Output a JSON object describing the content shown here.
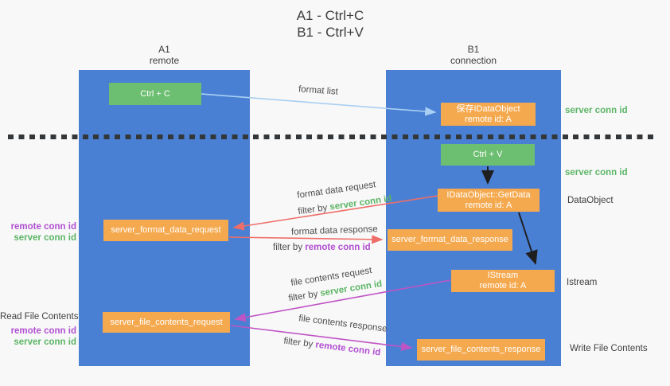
{
  "title": {
    "line1": "A1 - Ctrl+C",
    "line2": "B1 - Ctrl+V"
  },
  "lanes": {
    "a1": {
      "title": "A1",
      "subtitle": "remote"
    },
    "b1": {
      "title": "B1",
      "subtitle": "connection"
    }
  },
  "nodes": {
    "ctrl_c": {
      "label": "Ctrl + C"
    },
    "save_dataobject": {
      "line1": "保存IDataObject",
      "line2": "remote id: A"
    },
    "ctrl_v": {
      "label": "Ctrl + V"
    },
    "getdata": {
      "line1": "IDataObject::GetData",
      "line2": "remote id: A"
    },
    "format_data_request": {
      "label": "server_format_data_request"
    },
    "format_data_response": {
      "label": "server_format_data_response"
    },
    "istream": {
      "line1": "IStream",
      "line2": "remote id: A"
    },
    "file_contents_request": {
      "label": "server_file_contents_request"
    },
    "file_contents_response": {
      "label": "server_file_contents_response"
    }
  },
  "edge_labels": {
    "format_list": "format list",
    "format_data_request": "format data request",
    "format_data_response": "format data response",
    "file_contents_request": "file contents request",
    "file_contents_response": "file contents response",
    "filter_by": "filter by ",
    "server_conn_id": "server conn id",
    "remote_conn_id": "remote conn id"
  },
  "side_labels": {
    "server_conn_id_top": "server conn id",
    "server_conn_id_mid": "server conn id",
    "dataobject": "DataObject",
    "istream": "Istream",
    "write_file_contents": "Write File Contents",
    "read_file_contents": "Read File Contents",
    "remote_conn_id": "remote conn id",
    "server_conn_id": "server conn id"
  },
  "colors": {
    "bg": "#f8f8f8",
    "column_blue": "#4a80d4",
    "box_green": "#6cbe70",
    "box_orange": "#f5a94f",
    "arrow_blue": "#a9cff2",
    "arrow_black": "#1f1f1f",
    "arrow_salmon": "#ee6d68",
    "arrow_magenta": "#bf54c5",
    "text_green": "#5cb566",
    "text_purple": "#b14fd1",
    "divider_dark": "#33373a"
  }
}
